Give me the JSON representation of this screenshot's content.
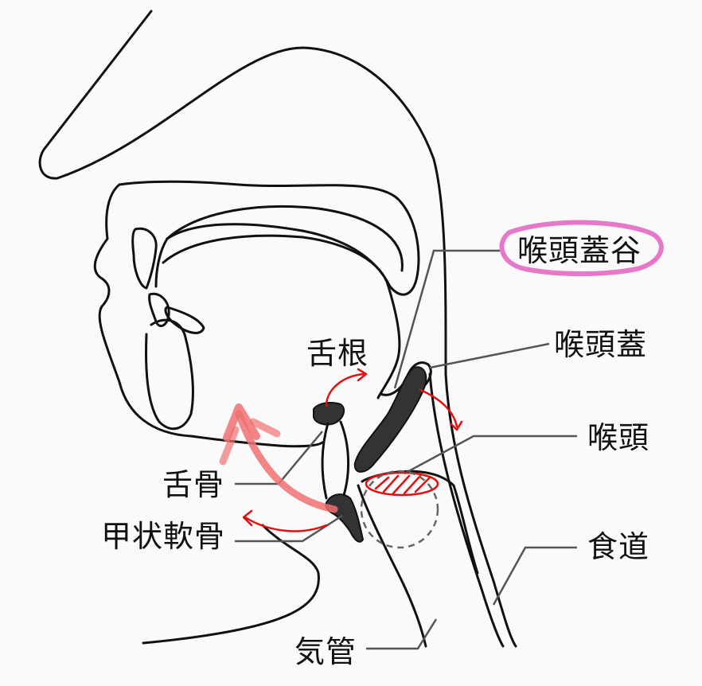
{
  "labels": {
    "vallecula": "喉頭蓋谷",
    "tongue_root": "舌根",
    "epiglottis": "喉頭蓋",
    "larynx": "喉頭",
    "hyoid": "舌骨",
    "thyroid_cartilage": "甲状軟骨",
    "esophagus": "食道",
    "trachea": "気管"
  },
  "colors": {
    "outline": "#111111",
    "leader_line": "#555555",
    "highlight_circle": "#e060c0",
    "arrow_red": "#e01010",
    "big_arrow": "#f07070",
    "cartilage_fill": "#333333"
  }
}
